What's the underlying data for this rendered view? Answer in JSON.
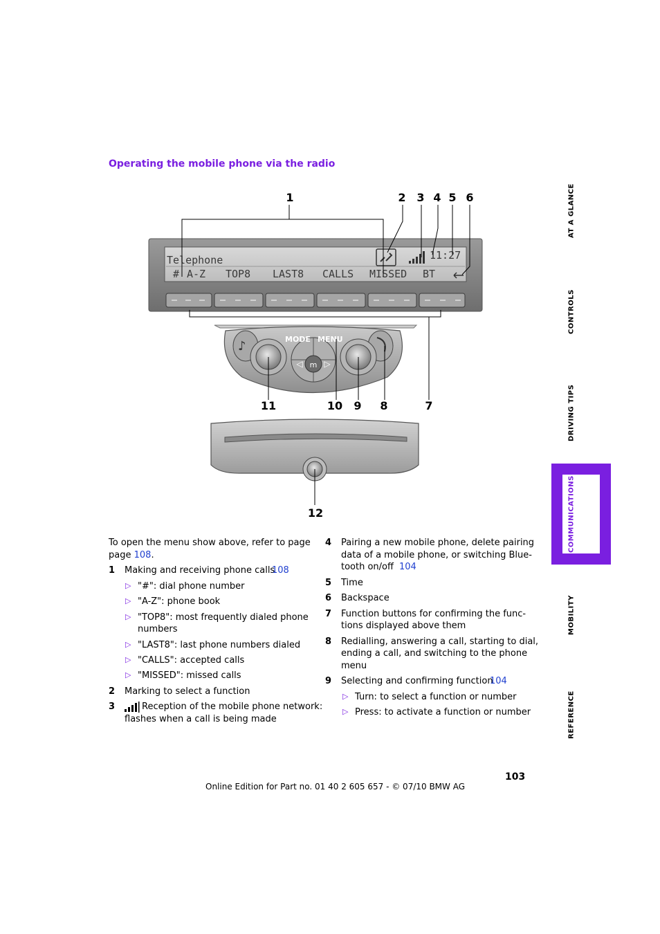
{
  "section_title": "Operating the mobile phone via the radio",
  "side_tabs": [
    "AT A GLANCE",
    "CONTROLS",
    "DRIVING TIPS",
    "COMMUNICATIONS",
    "MOBILITY",
    "REFERENCE"
  ],
  "diagram": {
    "callouts": [
      "1",
      "2",
      "3",
      "4",
      "5",
      "6",
      "7",
      "8",
      "9",
      "10",
      "11",
      "12"
    ],
    "lcd_title": "Telephone",
    "lcd_time": "11:27",
    "lcd_menu": [
      "#",
      "A-Z",
      "TOP8",
      "LAST8",
      "CALLS",
      "MISSED",
      "BT"
    ],
    "mode_label": "MODE",
    "menu_label": "MENU",
    "m_label": "m"
  },
  "intro": {
    "text": "To open the menu show above, refer to page",
    "page": "108",
    "end": "."
  },
  "left_items": [
    {
      "num": "1",
      "text": "Making and receiving phone calls",
      "page": "108"
    },
    {
      "b1": "\"#\": dial phone number"
    },
    {
      "b2": "\"A-Z\": phone book"
    },
    {
      "b3a": "\"TOP8\": most frequently dialed phone",
      "b3b": "numbers"
    },
    {
      "b4": "\"LAST8\": last phone numbers dialed"
    },
    {
      "b5": "\"CALLS\": accepted calls"
    },
    {
      "b6": "\"MISSED\": missed calls"
    },
    {
      "num": "2",
      "text": "Marking to select a function"
    },
    {
      "num": "3",
      "text": "Reception of the mobile phone network:",
      "text2": "flashes when a call is being made"
    }
  ],
  "right_items": [
    {
      "num": "4",
      "l1": "Pairing a new mobile phone, delete pairing",
      "l2": "data of a mobile phone, or switching Blue-",
      "l3": "tooth on/off",
      "page": "104"
    },
    {
      "num": "5",
      "text": "Time"
    },
    {
      "num": "6",
      "text": "Backspace"
    },
    {
      "num": "7",
      "l1": "Function buttons for confirming the func-",
      "l2": "tions displayed above them"
    },
    {
      "num": "8",
      "l1": "Redialling, answering a call, starting to dial,",
      "l2": "ending a call, and switching to the phone",
      "l3": "menu"
    },
    {
      "num": "9",
      "text": "Selecting and confirming function",
      "page": "104"
    },
    {
      "b1": "Turn: to select a function or number"
    },
    {
      "b2": "Press: to activate a function or number"
    }
  ],
  "page_number": "103",
  "footer": "Online Edition for Part no. 01 40 2 605 657 - © 07/10 BMW AG",
  "colors": {
    "accent": "#7a1fe0",
    "link": "#1f3fcf"
  }
}
